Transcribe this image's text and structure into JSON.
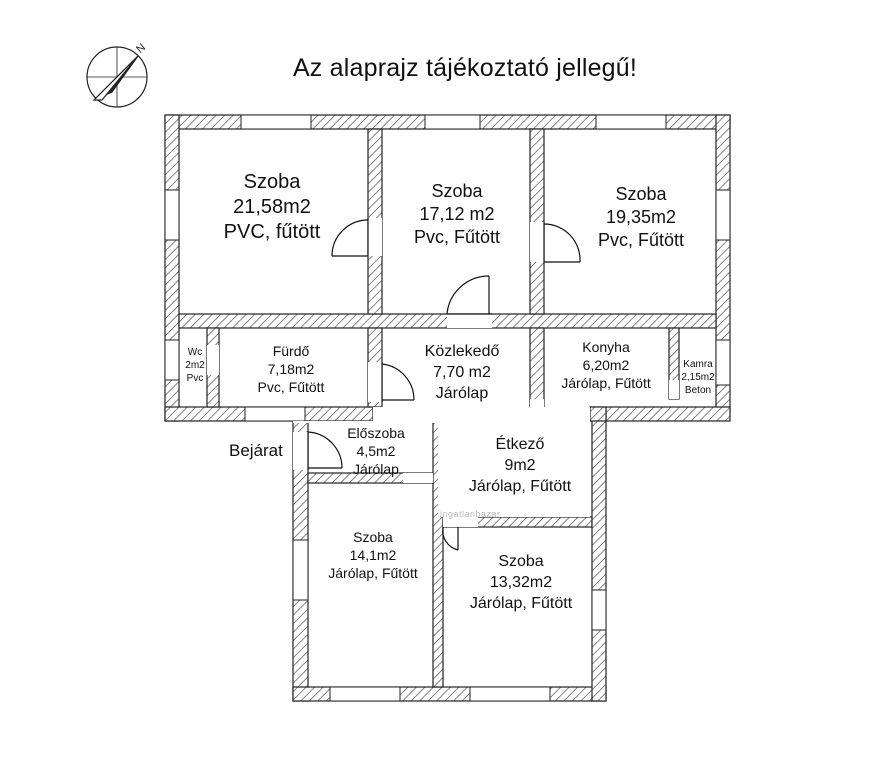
{
  "title": "Az alaprajz tájékoztató jellegű!",
  "entrance_label": "Bejárat",
  "watermark": "ingatlanbazar",
  "compass": {
    "icon": "north-arrow-icon",
    "letter": "N"
  },
  "colors": {
    "wall_hatch": "#444444",
    "wall_fill": "#ffffff",
    "door_line": "#111111"
  },
  "rooms": {
    "szoba1": {
      "name": "Szoba",
      "area": "21,58m2",
      "detail": "PVC, fűtött"
    },
    "szoba2": {
      "name": "Szoba",
      "area": "17,12 m2",
      "detail": "Pvc, Fűtött"
    },
    "szoba3": {
      "name": "Szoba",
      "area": "19,35m2",
      "detail": "Pvc, Fűtött"
    },
    "wc": {
      "name": "Wc",
      "area": "2m2",
      "detail": "Pvc"
    },
    "furdo": {
      "name": "Fürdő",
      "area": "7,18m2",
      "detail": "Pvc, Fűtött"
    },
    "kozlekedo": {
      "name": "Közlekedő",
      "area": "7,70 m2",
      "detail": "Járólap"
    },
    "konyha": {
      "name": "Konyha",
      "area": "6,20m2",
      "detail": "Járólap, Fűtött"
    },
    "kamra": {
      "name": "Kamra",
      "area": "2,15m2",
      "detail": "Beton"
    },
    "eloszoba": {
      "name": "Előszoba",
      "area": "4,5m2",
      "detail": "Járólap"
    },
    "etkezo": {
      "name": "Étkező",
      "area": "9m2",
      "detail": "Járólap, Fűtött"
    },
    "szoba4": {
      "name": "Szoba",
      "area": "14,1m2",
      "detail": "Járólap, Fűtött"
    },
    "szoba5": {
      "name": "Szoba",
      "area": "13,32m2",
      "detail": "Járólap, Fűtött"
    }
  }
}
